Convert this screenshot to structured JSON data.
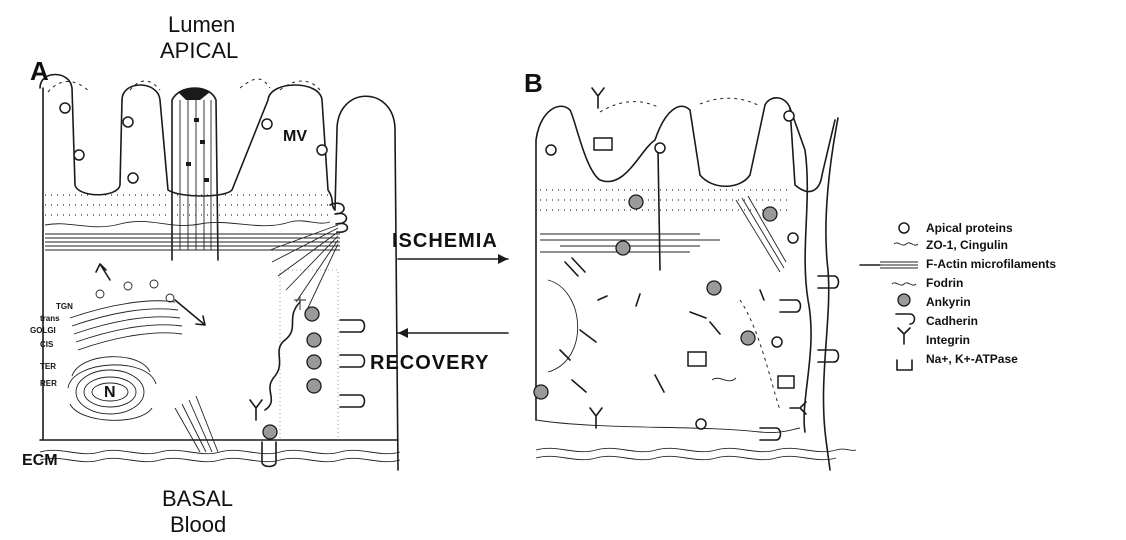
{
  "top_labels": {
    "line1": "Lumen",
    "line2": "APICAL"
  },
  "bottom_labels": {
    "line1": "BASAL",
    "line2": "Blood"
  },
  "panels": {
    "a": "A",
    "b": "B"
  },
  "process": {
    "forward": "ISCHEMIA",
    "reverse": "RECOVERY"
  },
  "annotations": {
    "mv": "MV",
    "ecm": "ECM",
    "tgn": "TGN",
    "trans": "trans",
    "golgi": "GOLGI",
    "cis": "CIS",
    "ter": "TER",
    "rer": "RER",
    "nucleus": "N"
  },
  "legend": [
    {
      "icon": "apical-protein-icon",
      "label": "Apical proteins"
    },
    {
      "icon": "zo1-cingulin-icon",
      "label": "ZO-1, Cingulin"
    },
    {
      "icon": "f-actin-icon",
      "label": "F-Actin microfilaments"
    },
    {
      "icon": "fodrin-icon",
      "label": "Fodrin"
    },
    {
      "icon": "ankyrin-icon",
      "label": "Ankyrin"
    },
    {
      "icon": "cadherin-icon",
      "label": "Cadherin"
    },
    {
      "icon": "integrin-icon",
      "label": "Integrin"
    },
    {
      "icon": "na-k-atpase-icon",
      "label": "Na+, K+-ATPase"
    }
  ]
}
